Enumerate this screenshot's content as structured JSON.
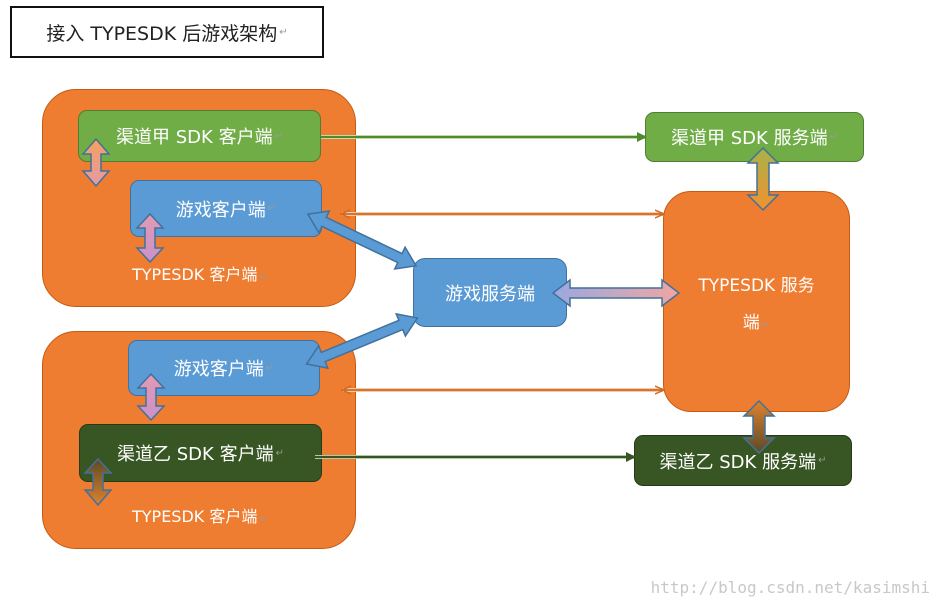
{
  "title": "接入 TYPESDK 后游戏架构",
  "pilcrow": "↵",
  "group_top": {
    "channel_a_client": "渠道甲 SDK 客户端",
    "game_client": "游戏客户端",
    "typesdk_client": "TYPESDK 客户端"
  },
  "group_bottom": {
    "game_client": "游戏客户端",
    "channel_b_client": "渠道乙 SDK 客户端",
    "typesdk_client": "TYPESDK 客户端"
  },
  "game_server": "游戏服务端",
  "typesdk_server": {
    "line1": "TYPESDK 服务",
    "line2": "端"
  },
  "channel_a_server": "渠道甲 SDK 服务端",
  "channel_b_server": "渠道乙 SDK 服务端",
  "watermark": "http://blog.csdn.net/kasimshi",
  "colors": {
    "orange": "#ef7d31",
    "green": "#70ad47",
    "blue": "#5b9bd5",
    "dark_green": "#375623"
  }
}
